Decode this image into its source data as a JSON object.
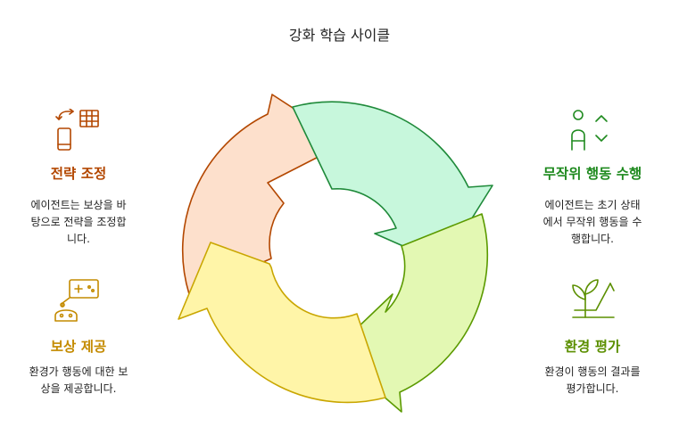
{
  "title": "강화 학습 사이클",
  "colors": {
    "strategy": "#b34700",
    "action": "#1f8a1f",
    "reward": "#c48b00",
    "evaluate": "#5b8f00",
    "arrow_peach_fill": "#fde0cc",
    "arrow_peach_stroke": "#b34700",
    "arrow_mint_fill": "#c7f7dc",
    "arrow_mint_stroke": "#1f8a3a",
    "arrow_lime_fill": "#e3f8b3",
    "arrow_lime_stroke": "#5b9a00",
    "arrow_yellow_fill": "#fff5a8",
    "arrow_yellow_stroke": "#c9a600"
  },
  "steps": {
    "strategy": {
      "icon": "strategy-adjust-icon",
      "heading": "전략 조정",
      "desc_lines": [
        "에이전트는 보상을 바",
        "탕으로 전략을 조정합",
        "니다."
      ]
    },
    "action": {
      "icon": "random-action-icon",
      "heading": "무작위 행동 수행",
      "desc_lines": [
        "에이전트는 초기 상태",
        "에서 무작위 행동을 수",
        "행합니다."
      ]
    },
    "reward": {
      "icon": "robot-gamepad-icon",
      "heading": "보상 제공",
      "desc_lines": [
        "환경가 행동에 대한 보",
        "상을 제공합니다."
      ]
    },
    "evaluate": {
      "icon": "plant-growth-icon",
      "heading": "환경 평가",
      "desc_lines": [
        "환경이 행동의 결과를",
        "평가합니다."
      ]
    }
  }
}
